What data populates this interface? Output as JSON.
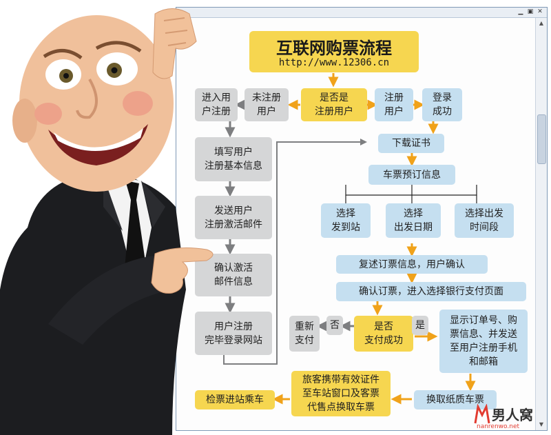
{
  "title": "互联网购票流程",
  "url": "http://www.12306.cn",
  "window_controls": {
    "minimize": "▁",
    "restore": "▣",
    "close": "✕"
  },
  "scrollbar": {
    "up": "▲",
    "down": "▼"
  },
  "nodes": {
    "is_registered": "是否是\n注册用户",
    "unregistered": "未注册\n用户",
    "enter_register": "进入用\n户注册",
    "registered": "注册\n用户",
    "login_success": "登录\n成功",
    "download_cert": "下载证书",
    "ticket_booking": "车票预订信息",
    "choose_station": "选择\n发到站",
    "choose_date": "选择\n出发日期",
    "choose_time": "选择出发\n时间段",
    "fill_info": "填写用户\n注册基本信息",
    "send_mail": "发送用户\n注册激活邮件",
    "confirm_mail": "确认激活\n邮件信息",
    "register_done": "用户注册\n完毕登录网站",
    "review_order": "复述订票信息，用户确认",
    "confirm_order": "确认订票，进入选择银行支付页面",
    "repay": "重新\n支付",
    "no_label": "否",
    "pay_success": "是否\n支付成功",
    "yes_label": "是",
    "show_order": "显示订单号、购\n票信息、并发送\n至用户注册手机\n和邮箱",
    "exchange_ticket": "换取纸质车票",
    "passenger_id": "旅客携带有效证件\n至车站窗口及客票\n代售点换取车票",
    "check_in": "检票进站乘车"
  },
  "watermark": {
    "name": "男人窝",
    "site": "nanrenwo.net"
  },
  "colors": {
    "gray": "#d5d6d7",
    "blue": "#c5dff0",
    "yellow": "#f6d650",
    "arrow_orange": "#f0a21a",
    "arrow_gray": "#7d7e80"
  }
}
